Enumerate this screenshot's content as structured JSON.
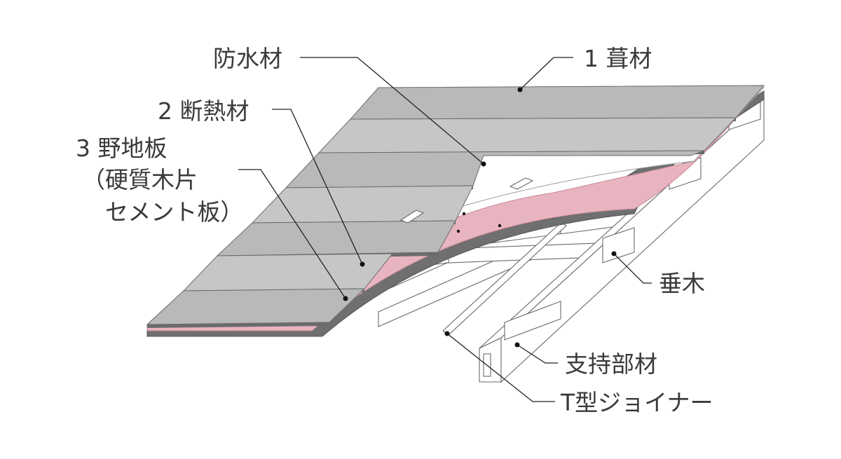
{
  "labels": {
    "waterproof": "防水材",
    "roofing": "1 葺材",
    "insulation": "2 断熱材",
    "sheathing_1": "3 野地板",
    "sheathing_2": "（硬質木片",
    "sheathing_3": "セメント板）",
    "rafter": "垂木",
    "support": "支持部材",
    "joiner": "T型ジョイナー"
  },
  "colors": {
    "roofing_light": "#c6c6c6",
    "roofing_top": "#b9b9b9",
    "roofing_edge": "#6b6b6b",
    "insulation": "#e8b4bf",
    "insulation_edge": "#c48896",
    "sheathing": "#6f6f6f",
    "sheathing_dark": "#555555",
    "membrane": "#ffffff",
    "frame": "#ffffff"
  }
}
